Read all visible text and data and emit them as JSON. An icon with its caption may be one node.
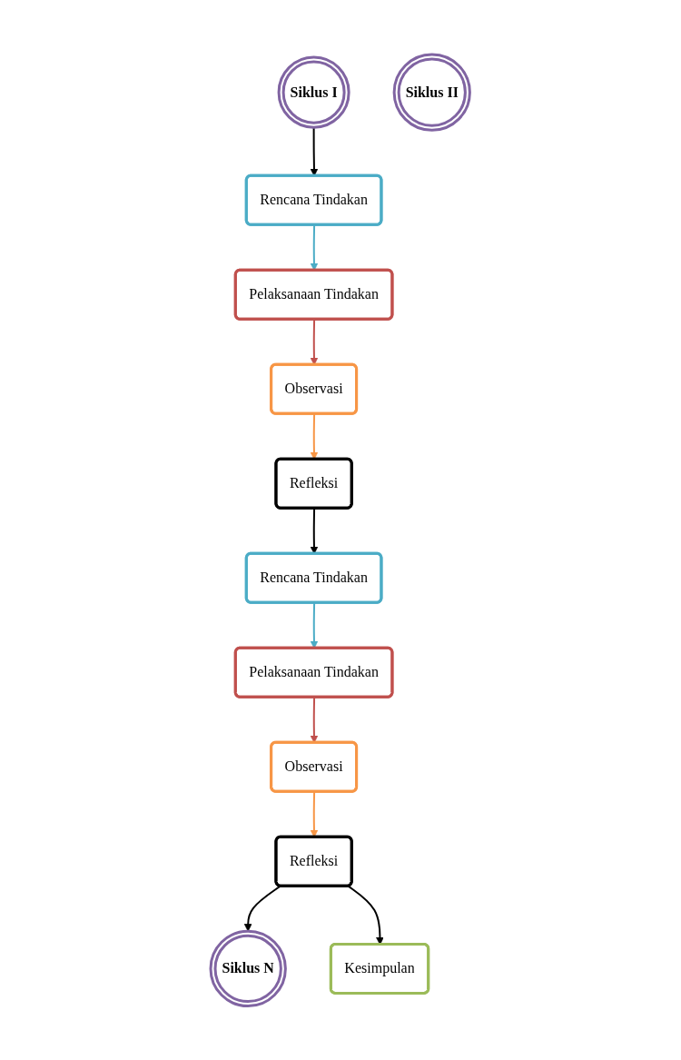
{
  "diagram": {
    "nodes": [
      {
        "text": [
          "Refleksi"
        ]
      },
      {
        "text": [
          "Observasi"
        ]
      },
      {
        "text": [
          "Siklus I"
        ]
      },
      {
        "text": [
          "Rencana Tindakan"
        ]
      },
      {
        "text": [
          "Pelaksanaan Tindakan"
        ]
      },
      {
        "text": [
          "Refleksi"
        ]
      },
      {
        "text": [
          "Observasi"
        ]
      },
      {
        "text": [
          "Siklus II"
        ]
      },
      {
        "text": [
          "Rencana Tindakan"
        ]
      },
      {
        "text": [
          "Pelaksanaan Tindakan"
        ]
      },
      {
        "text": [
          "Siklus N"
        ]
      },
      {
        "text": [
          "Kesimpulan"
        ]
      }
    ],
    "edges": [
      {
        "from": 2,
        "to": 3,
        "arrow": "to"
      },
      {
        "from": 3,
        "to": 4,
        "arrow": "to",
        "color": "#4bacc6"
      },
      {
        "from": 4,
        "to": 1,
        "arrow": "to",
        "color": "#c0504d"
      },
      {
        "from": 1,
        "to": 0,
        "arrow": "to",
        "color": "#f79646"
      },
      {
        "from": 0,
        "to": 8,
        "arrow": "to"
      },
      {
        "from": 8,
        "to": 9,
        "arrow": "to",
        "color": "#4bacc6"
      },
      {
        "from": 9,
        "to": 6,
        "arrow": "to",
        "color": "#c0504d"
      },
      {
        "from": 6,
        "to": 5,
        "arrow": "to",
        "color": "#f79646"
      },
      {
        "from": 5,
        "to": 10,
        "arrow": "to"
      },
      {
        "from": 5,
        "to": 11,
        "arrow": "to"
      }
    ]
  }
}
